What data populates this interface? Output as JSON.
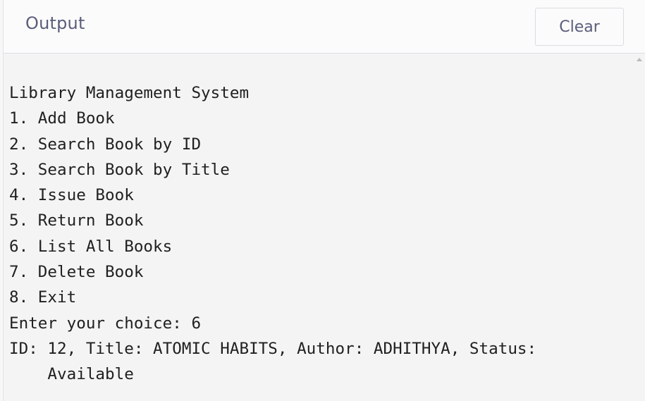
{
  "header": {
    "title": "Output",
    "clear_label": "Clear"
  },
  "console": {
    "lines": [
      "Library Management System",
      "1. Add Book",
      "2. Search Book by ID",
      "3. Search Book by Title",
      "4. Issue Book",
      "5. Return Book",
      "6. List All Books",
      "7. Delete Book",
      "8. Exit",
      "Enter your choice: 6",
      "ID: 12, Title: ATOMIC HABITS, Author: ADHITHYA, Status:",
      "    Available"
    ]
  },
  "icons": {
    "scroll_up": "scroll-up-arrow-icon"
  }
}
